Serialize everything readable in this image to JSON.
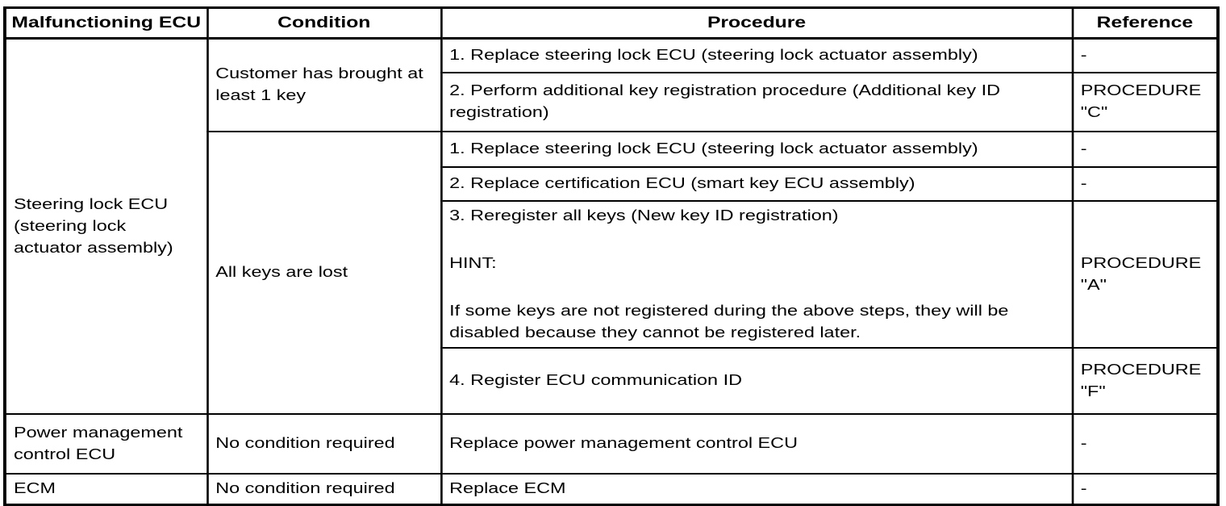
{
  "table": {
    "headers": {
      "malfunctioning_ecu": "Malfunctioning ECU",
      "condition": "Condition",
      "procedure": "Procedure",
      "reference": "Reference"
    },
    "steering_lock": {
      "ecu": "Steering lock ECU\n(steering lock\nactuator assembly)",
      "customer_key": {
        "condition": "Customer has brought at\nleast 1 key",
        "steps": [
          {
            "procedure": "1. Replace steering lock ECU (steering lock actuator assembly)",
            "reference": "-"
          },
          {
            "procedure": "2. Perform additional key registration procedure (Additional key ID\nregistration)",
            "reference": "PROCEDURE\n\"C\""
          }
        ]
      },
      "all_keys_lost": {
        "condition": "All keys are lost",
        "steps": [
          {
            "procedure": "1. Replace steering lock ECU (steering lock actuator assembly)",
            "reference": "-"
          },
          {
            "procedure": "2. Replace certification ECU (smart key ECU assembly)",
            "reference": "-"
          },
          {
            "procedure": "3. Reregister all keys (New key ID registration)",
            "hint_label": "HINT:",
            "hint_text": "If some keys are not registered during the above steps, they will be\ndisabled because they cannot be registered later.",
            "reference": "PROCEDURE\n\"A\""
          },
          {
            "procedure": "4. Register ECU communication ID",
            "reference": "PROCEDURE\n\"F\""
          }
        ]
      }
    },
    "power_management": {
      "ecu": "Power management\ncontrol ECU",
      "condition": "No condition required",
      "procedure": "Replace power management control ECU",
      "reference": "-"
    },
    "ecm": {
      "ecu": "ECM",
      "condition": "No condition required",
      "procedure": "Replace ECM",
      "reference": "-"
    }
  }
}
